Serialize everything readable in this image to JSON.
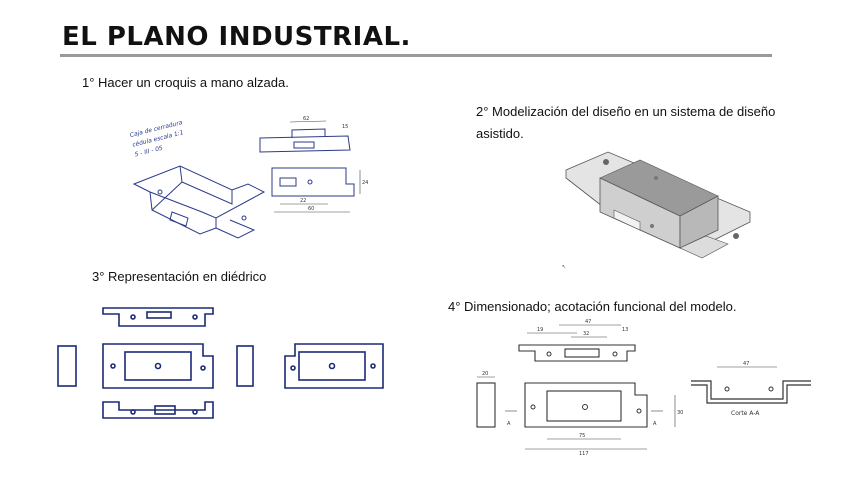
{
  "title": "EL PLANO INDUSTRIAL.",
  "steps": [
    {
      "label": "1° Hacer un croquis a mano alzada."
    },
    {
      "label": "2° Modelización del diseño en un sistema de diseño asistido."
    },
    {
      "label": "3° Representación en diédrico"
    },
    {
      "label": "4° Dimensionado; acotación funcional del modelo."
    }
  ],
  "sketch_note": [
    "Caja de cerradura",
    "cédula escala 1:1",
    "5 - III - 05"
  ],
  "sketch_dims": [
    "62",
    "22",
    "24",
    "60",
    "15"
  ],
  "dimensions": {
    "d19": "19",
    "d47": "47",
    "d32": "32",
    "d13": "13",
    "d20": "20",
    "d30": "30",
    "d75": "75",
    "d117": "117",
    "section_label": "Corte A-A",
    "section_dim": "47",
    "cut_a": "A"
  },
  "colors": {
    "ink": "#1c2a78",
    "rule": "#9a9a9a",
    "model_face": "#d6d6d6"
  }
}
